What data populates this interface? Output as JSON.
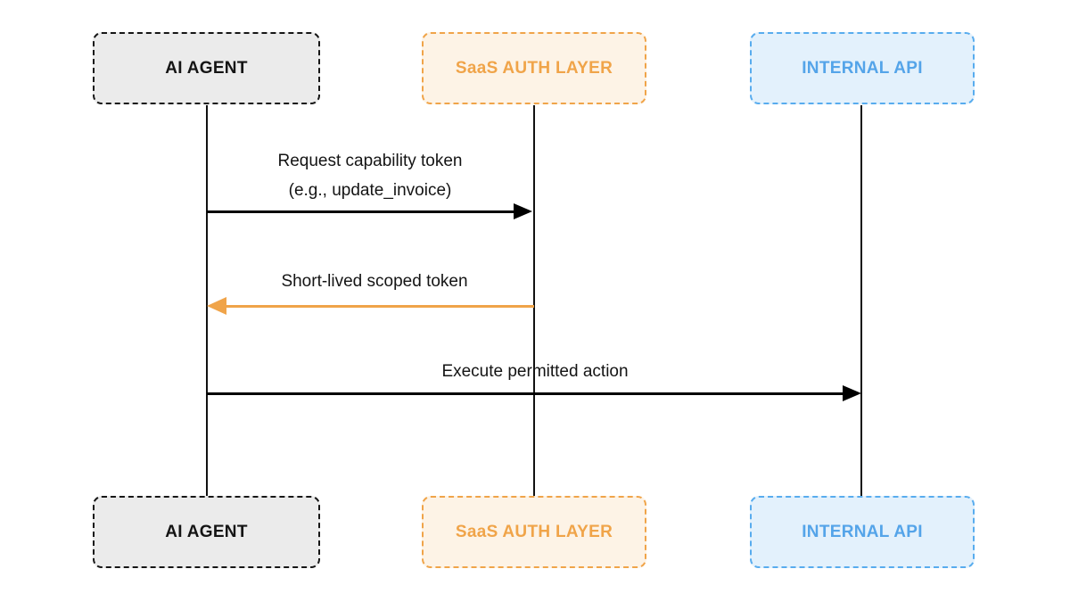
{
  "diagram": {
    "type": "sequence-diagram",
    "actors": [
      {
        "id": "ai-agent",
        "label": "AI AGENT",
        "fill": "#ebebeb",
        "border": "#161616",
        "text_color": "#141414"
      },
      {
        "id": "saas-auth-layer",
        "label": "SaaS AUTH LAYER",
        "fill": "#fdf3e6",
        "border": "#f0a449",
        "text_color": "#f0a449"
      },
      {
        "id": "internal-api",
        "label": "INTERNAL API",
        "fill": "#e3f1fc",
        "border": "#58acee",
        "text_color": "#54a4e9"
      }
    ],
    "messages": [
      {
        "from": "ai-agent",
        "to": "saas-auth-layer",
        "label": "Request capability token",
        "sublabel": "(e.g., update_invoice)",
        "direction": "right",
        "color": "#000000"
      },
      {
        "from": "saas-auth-layer",
        "to": "ai-agent",
        "label": "Short-lived scoped token",
        "direction": "left",
        "color": "#f0a449"
      },
      {
        "from": "ai-agent",
        "to": "internal-api",
        "label": "Execute permitted action",
        "direction": "right",
        "color": "#000000"
      }
    ]
  }
}
